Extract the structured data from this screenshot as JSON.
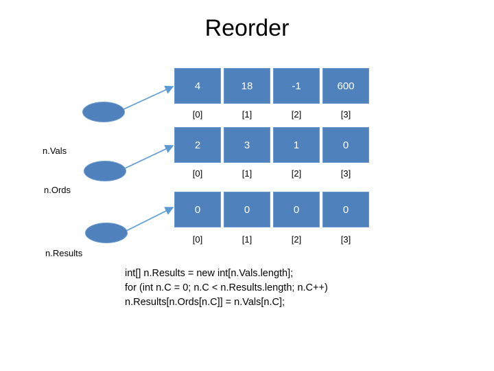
{
  "title": "Reorder",
  "arrays": [
    {
      "name": "n.Vals",
      "label": "n.Vals",
      "values": [
        "4",
        "18",
        "-1",
        "600"
      ],
      "indices": [
        "[0]",
        "[1]",
        "[2]",
        "[3]"
      ]
    },
    {
      "name": "n.Ords",
      "label": "n.Ords",
      "values": [
        "2",
        "3",
        "1",
        "0"
      ],
      "indices": [
        "[0]",
        "[1]",
        "[2]",
        "[3]"
      ]
    },
    {
      "name": "n.Results",
      "label": "n.Results",
      "values": [
        "0",
        "0",
        "0",
        "0"
      ],
      "indices": [
        "[0]",
        "[1]",
        "[2]",
        "[3]"
      ]
    }
  ],
  "code": [
    "int[] n.Results = new int[n.Vals.length];",
    "for (int n.C = 0; n.C < n.Results.length; n.C++)",
    "n.Results[n.Ords[n.C]] = n.Vals[n.C];"
  ],
  "colors": {
    "cell_fill": "#4f81bd",
    "cell_border": "#6a9ad0",
    "arrow": "#5b9bd5",
    "text_light": "#ffffff",
    "text_dark": "#000000"
  }
}
